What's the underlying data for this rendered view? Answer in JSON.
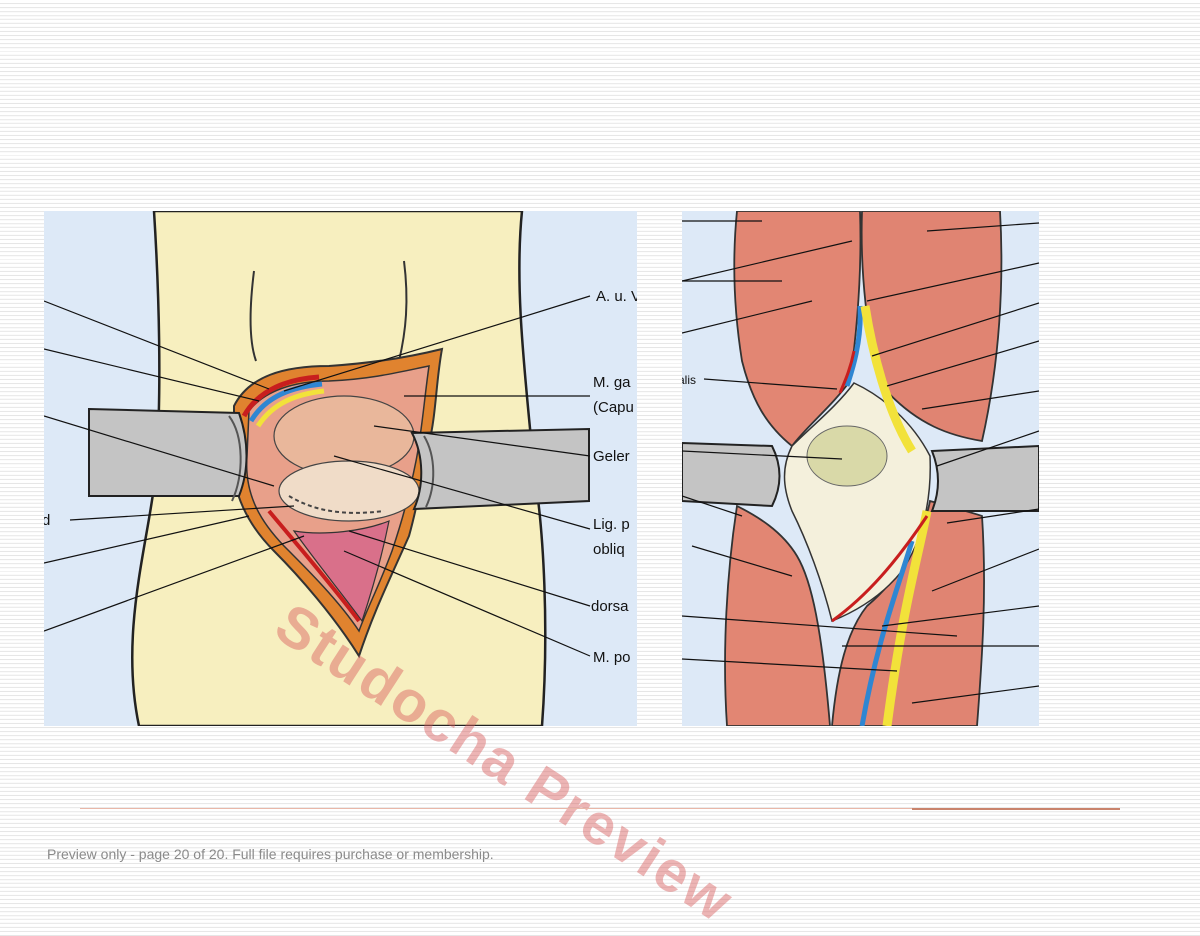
{
  "left_figure": {
    "labels": [
      "A. u. V",
      "M. ga",
      "(Capu",
      "Geler",
      "Lig. p",
      "obliq",
      "dorsa",
      "M. po",
      "d"
    ]
  },
  "right_figure": {
    "labels": [
      "alis"
    ]
  },
  "watermark": "Studocha Preview",
  "footer": {
    "note": "Preview only - page 20 of 20. Full file requires purchase or membership."
  },
  "colors": {
    "figure_background": "#dde9f7",
    "skin": "#f7efbf",
    "muscle": "#e28673",
    "artery": "#c81e1e",
    "vein": "#2f86d2",
    "nerve": "#f2e23a",
    "retractor": "#bdbdbd",
    "watermark": "#d65c5c",
    "footer_text": "#8a8a8a"
  }
}
